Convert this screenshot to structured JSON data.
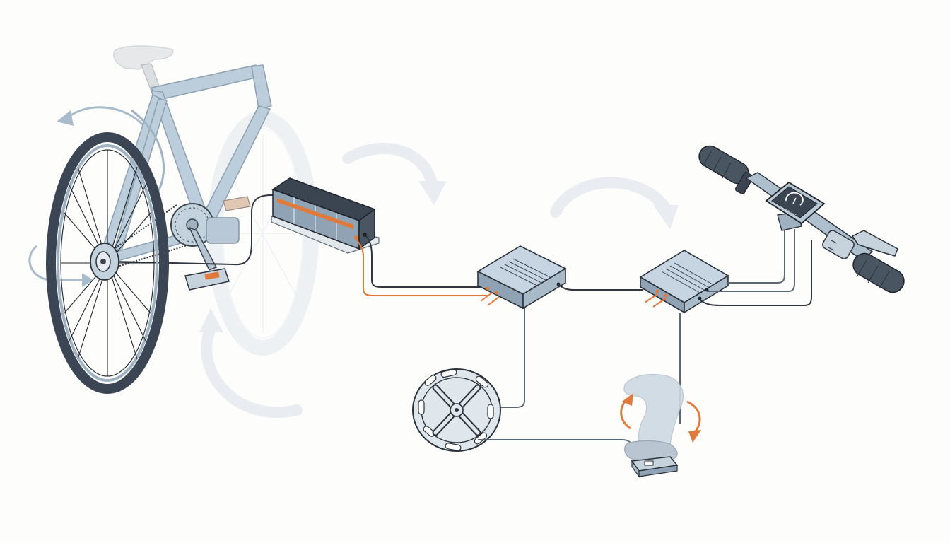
{
  "colors": {
    "background": "#fdfdfc",
    "frame": "#b4c7d6",
    "frame_outline": "#8ea3b5",
    "component_fill": "#c6d5e1",
    "component_dark": "#3b4552",
    "outline": "#2b313a",
    "tire": "#3c4554",
    "wire_dark": "#2f3640",
    "wire_power": "#e07a3a",
    "flow_arrow": "#e6ebef",
    "spoke": "#1f242b"
  },
  "display": {
    "label": "~~~~~"
  },
  "components": [
    {
      "name": "bicycle",
      "icon": "bicycle-icon"
    },
    {
      "name": "battery-pack",
      "icon": "battery-icon"
    },
    {
      "name": "motor-controller",
      "icon": "controller-box-icon"
    },
    {
      "name": "sensor-hub",
      "icon": "hub-box-icon"
    },
    {
      "name": "handlebar-display",
      "icon": "display-icon"
    },
    {
      "name": "brake-lever",
      "icon": "brake-lever-icon"
    },
    {
      "name": "speed-sensor-disc",
      "icon": "magnet-disc-icon"
    },
    {
      "name": "pedal-cadence-sensor",
      "icon": "foot-pedal-icon"
    }
  ]
}
